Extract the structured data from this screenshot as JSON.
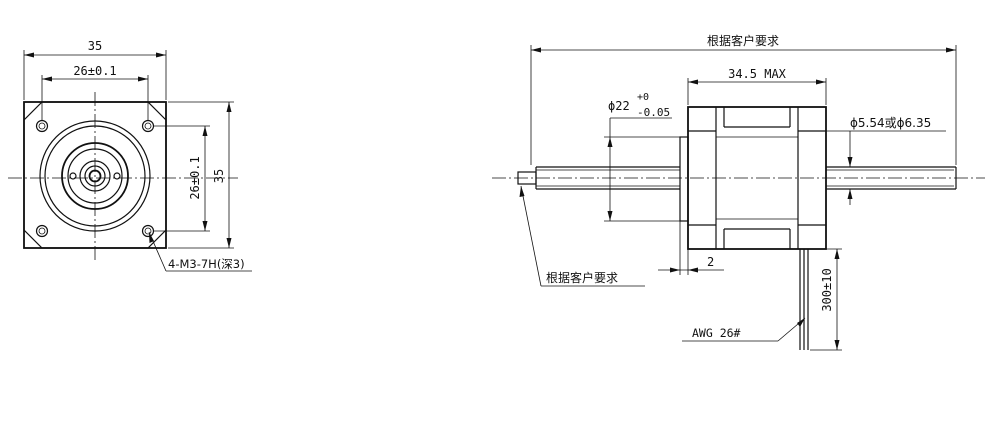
{
  "front_view": {
    "dim_width_outer": "35",
    "dim_width_holes": "26±0.1",
    "dim_height_holes": "26±0.1",
    "dim_height_outer": "35",
    "hole_callout": "4-M3-7H(深3)"
  },
  "side_view": {
    "dim_overall": "根据客户要求",
    "dim_body": "34.5 MAX",
    "dim_boss_main": "ϕ22",
    "dim_boss_tol_upper": "+0",
    "dim_boss_tol_lower": "-0.05",
    "dim_shaft": "ϕ5.54或ϕ6.35",
    "dim_boss_length": "2",
    "dim_shaft_end": "根据客户要求",
    "dim_lead_length": "300±10",
    "wire_label": "AWG 26#"
  }
}
